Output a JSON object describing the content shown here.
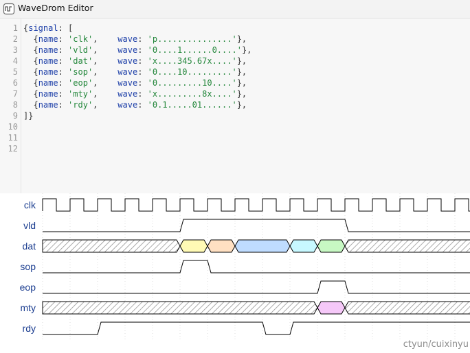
{
  "window": {
    "title": "WaveDrom Editor",
    "icon": "wavedrom-logo-icon"
  },
  "editor": {
    "line_numbers": [
      "1",
      "2",
      "3",
      "4",
      "5",
      "6",
      "7",
      "8",
      "9",
      "10",
      "11",
      "12"
    ],
    "lines": [
      [
        [
          "p",
          "{"
        ],
        [
          "k",
          "signal"
        ],
        [
          "p",
          ": ["
        ]
      ],
      [
        [
          "p",
          "  {"
        ],
        [
          "k",
          "name"
        ],
        [
          "p",
          ": "
        ],
        [
          "s",
          "'clk'"
        ],
        [
          "p",
          ",    "
        ],
        [
          "k",
          "wave"
        ],
        [
          "p",
          ": "
        ],
        [
          "s",
          "'p...............'"
        ],
        [
          "p",
          "},"
        ]
      ],
      [
        [
          "p",
          "  {"
        ],
        [
          "k",
          "name"
        ],
        [
          "p",
          ": "
        ],
        [
          "s",
          "'vld'"
        ],
        [
          "p",
          ",    "
        ],
        [
          "k",
          "wave"
        ],
        [
          "p",
          ": "
        ],
        [
          "s",
          "'0....1......0....'"
        ],
        [
          "p",
          "},"
        ]
      ],
      [
        [
          "p",
          "  {"
        ],
        [
          "k",
          "name"
        ],
        [
          "p",
          ": "
        ],
        [
          "s",
          "'dat'"
        ],
        [
          "p",
          ",    "
        ],
        [
          "k",
          "wave"
        ],
        [
          "p",
          ": "
        ],
        [
          "s",
          "'x....345.67x....'"
        ],
        [
          "p",
          "},"
        ]
      ],
      [
        [
          "p",
          "  {"
        ],
        [
          "k",
          "name"
        ],
        [
          "p",
          ": "
        ],
        [
          "s",
          "'sop'"
        ],
        [
          "p",
          ",    "
        ],
        [
          "k",
          "wave"
        ],
        [
          "p",
          ": "
        ],
        [
          "s",
          "'0....10.........'"
        ],
        [
          "p",
          "},"
        ]
      ],
      [
        [
          "p",
          "  {"
        ],
        [
          "k",
          "name"
        ],
        [
          "p",
          ": "
        ],
        [
          "s",
          "'eop'"
        ],
        [
          "p",
          ",    "
        ],
        [
          "k",
          "wave"
        ],
        [
          "p",
          ": "
        ],
        [
          "s",
          "'0.........10....'"
        ],
        [
          "p",
          "},"
        ]
      ],
      [
        [
          "p",
          "  {"
        ],
        [
          "k",
          "name"
        ],
        [
          "p",
          ": "
        ],
        [
          "s",
          "'mty'"
        ],
        [
          "p",
          ",    "
        ],
        [
          "k",
          "wave"
        ],
        [
          "p",
          ": "
        ],
        [
          "s",
          "'x.........8x....'"
        ],
        [
          "p",
          "},"
        ]
      ],
      [
        [
          "p",
          "  {"
        ],
        [
          "k",
          "name"
        ],
        [
          "p",
          ": "
        ],
        [
          "s",
          "'rdy'"
        ],
        [
          "p",
          ",    "
        ],
        [
          "k",
          "wave"
        ],
        [
          "p",
          ": "
        ],
        [
          "s",
          "'0.1.....01......'"
        ],
        [
          "p",
          "},"
        ]
      ],
      [
        [
          "p",
          "]}"
        ]
      ],
      [],
      [],
      []
    ]
  },
  "waveform": {
    "cycles": 16,
    "signals": [
      {
        "name": "clk",
        "wave": "p..............."
      },
      {
        "name": "vld",
        "wave": "0....1.....0...."
      },
      {
        "name": "dat",
        "wave": "x....345.67x...."
      },
      {
        "name": "sop",
        "wave": "0....10........."
      },
      {
        "name": "eop",
        "wave": "0.........10...."
      },
      {
        "name": "mty",
        "wave": "x.........8x...."
      },
      {
        "name": "rdy",
        "wave": "0.1.....01......"
      }
    ],
    "data_colors": {
      "3": "#fffab5",
      "4": "#ffe0c2",
      "5": "#bfdcff",
      "6": "#c7f8ff",
      "7": "#c7f8c3",
      "8": "#f5c8f8"
    },
    "label_color": "#1a3c8f",
    "grid_color": "#dcdcdc"
  },
  "watermark": "ctyun/cuixinyu"
}
